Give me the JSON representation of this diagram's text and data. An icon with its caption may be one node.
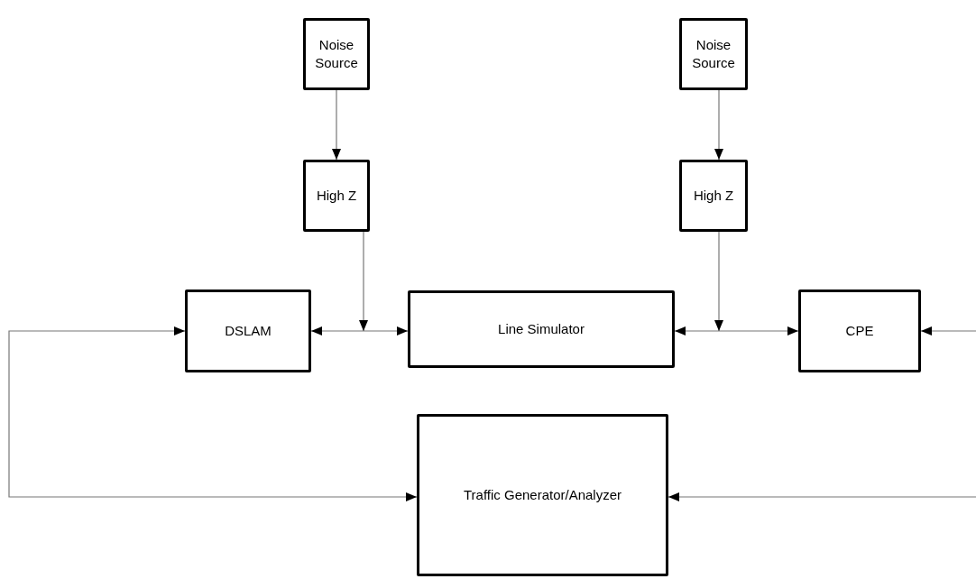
{
  "diagram": {
    "nodes": [
      {
        "text": [
          "Noise Source"
        ]
      },
      {
        "text": [
          "Noise Source"
        ]
      },
      {
        "text": [
          "High Z"
        ]
      },
      {
        "text": [
          "High Z"
        ]
      },
      {
        "text": [
          "DSLAM"
        ]
      },
      {
        "text": [
          "Line Simulator"
        ]
      },
      {
        "text": [
          "CPE"
        ]
      },
      {
        "text": [
          "Traffic Generator/Analyzer"
        ]
      }
    ],
    "edges": [
      {
        "from": 0,
        "to": 2,
        "arrow": "to"
      },
      {
        "from": 1,
        "to": 3,
        "arrow": "to"
      },
      {
        "from": 4,
        "to": 5,
        "arrow": "both"
      },
      {
        "from": 2,
        "to": null,
        "arrow": "to"
      },
      {
        "from": 5,
        "to": 6,
        "arrow": "both"
      },
      {
        "from": 3,
        "to": null,
        "arrow": "to"
      },
      {
        "from": null,
        "to": 6,
        "arrow": "to"
      },
      {
        "from": 4,
        "to": 7,
        "arrow": "both"
      },
      {
        "from": null,
        "to": 7,
        "arrow": "to"
      }
    ]
  }
}
